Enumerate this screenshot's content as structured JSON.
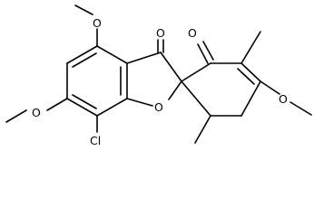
{
  "molecule": {
    "atom_labels": {
      "o_methoxy_top": "O",
      "o_ketone_left": "O",
      "o_ketone_right": "O",
      "o_methoxy_left": "O",
      "o_methoxy_right": "O",
      "o_ring": "O",
      "cl": "Cl"
    }
  }
}
